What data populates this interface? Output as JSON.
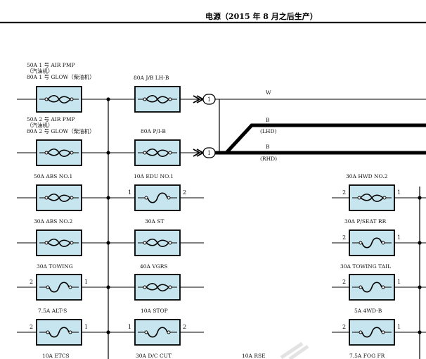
{
  "title": "电源（2015 年 8 月之后生产）",
  "colors": {
    "fuse_fill": "#c6e5ee",
    "line": "#000000"
  },
  "fuses": [
    {
      "id": "f1",
      "lines": [
        "50A 1 号 AIR PMP",
        "（汽油机）",
        "80A 1 号 GLOW（柴油机）"
      ],
      "element": "fusible-link"
    },
    {
      "id": "f2",
      "lines": [
        "80A J/B LH-B"
      ],
      "element": "fusible-link"
    },
    {
      "id": "f3",
      "lines": [
        "50A 2 号 AIR PMP",
        "（汽油机）",
        "80A 2 号 GLOW（柴油机）"
      ],
      "element": "fusible-link"
    },
    {
      "id": "f4",
      "lines": [
        "80A P/I-B"
      ],
      "element": "fusible-link"
    },
    {
      "id": "f5",
      "lines": [
        "50A ABS NO.1"
      ],
      "element": "fusible-link"
    },
    {
      "id": "f6",
      "lines": [
        "10A EDU NO.1"
      ],
      "element": "fuse",
      "pin_left": "1",
      "pin_right": "2"
    },
    {
      "id": "f7",
      "lines": [
        "30A HWD NO.2"
      ],
      "element": "fusible-link",
      "pin_left": "2",
      "pin_right": "1"
    },
    {
      "id": "f8",
      "lines": [
        "30A ABS NO.2"
      ],
      "element": "fusible-link"
    },
    {
      "id": "f9",
      "lines": [
        "30A ST"
      ],
      "element": "fusible-link"
    },
    {
      "id": "f10",
      "lines": [
        "30A P/SEAT RR"
      ],
      "element": "fuse",
      "pin_left": "2",
      "pin_right": "1"
    },
    {
      "id": "f11",
      "lines": [
        "30A TOWING"
      ],
      "element": "fuse",
      "pin_left": "2",
      "pin_right": "1"
    },
    {
      "id": "f12",
      "lines": [
        "40A VGRS"
      ],
      "element": "fusible-link"
    },
    {
      "id": "f13",
      "lines": [
        "30A TOWING TAIL"
      ],
      "element": "fuse",
      "pin_left": "2",
      "pin_right": "1"
    },
    {
      "id": "f14",
      "lines": [
        "7.5A ALT-S"
      ],
      "element": "fuse",
      "pin_left": "2",
      "pin_right": "1"
    },
    {
      "id": "f15",
      "lines": [
        "10A STOP"
      ],
      "element": "fuse",
      "pin_left": "1",
      "pin_right": "2"
    },
    {
      "id": "f16",
      "lines": [
        "5A 4WD-B"
      ],
      "element": "fuse",
      "pin_left": "2",
      "pin_right": "1"
    },
    {
      "id": "f17",
      "lines": [
        "10A ETCS"
      ],
      "element": "label-only"
    },
    {
      "id": "f18",
      "lines": [
        "30A D/C CUT"
      ],
      "element": "label-only"
    },
    {
      "id": "f19",
      "lines": [
        "10A RSE"
      ],
      "element": "label-only"
    },
    {
      "id": "f20",
      "lines": [
        "7.5A FOG FR"
      ],
      "element": "label-only"
    }
  ],
  "connectors": [
    {
      "id": "c1",
      "number": "1",
      "wire": "W"
    },
    {
      "id": "c2",
      "number": "1",
      "wire_upper": "B",
      "note_upper": "(LHD)",
      "wire_lower": "B",
      "note_lower": "(RHD)"
    }
  ]
}
